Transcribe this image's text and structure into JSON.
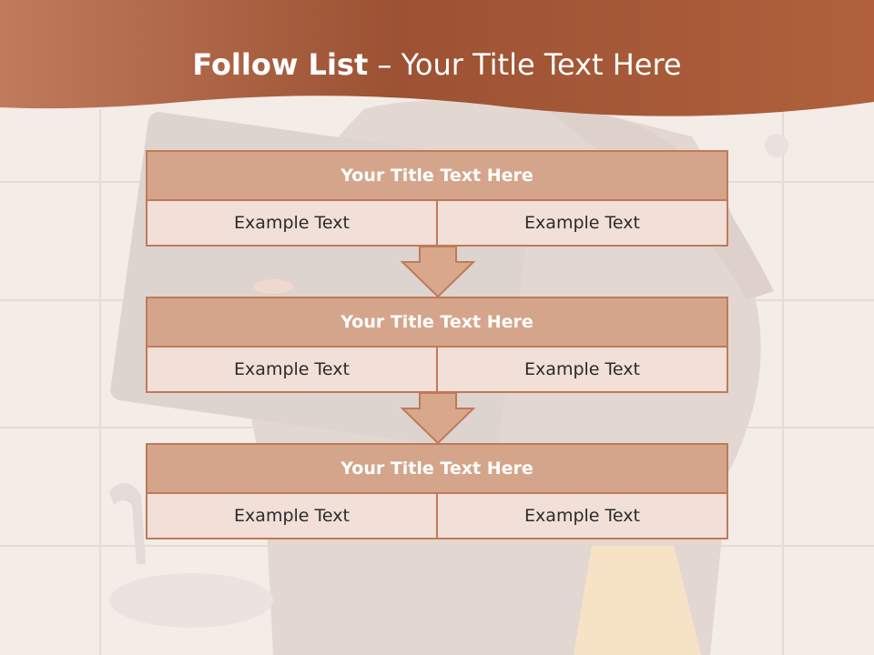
{
  "slide": {
    "title_bold": "Follow List",
    "title_rest": " – Your Title Text Here"
  },
  "blocks": [
    {
      "title": "Your Title Text Here",
      "cells": [
        "Example Text",
        "Example Text"
      ]
    },
    {
      "title": "Your Title Text Here",
      "cells": [
        "Example Text",
        "Example Text"
      ]
    },
    {
      "title": "Your Title Text Here",
      "cells": [
        "Example Text",
        "Example Text"
      ]
    }
  ],
  "colors": {
    "banner": "#a4593a",
    "title_fill": "#d5a58b",
    "cell_fill": "#f1dfd8",
    "border": "#c07a58",
    "arrow_fill": "#d9a88c"
  }
}
